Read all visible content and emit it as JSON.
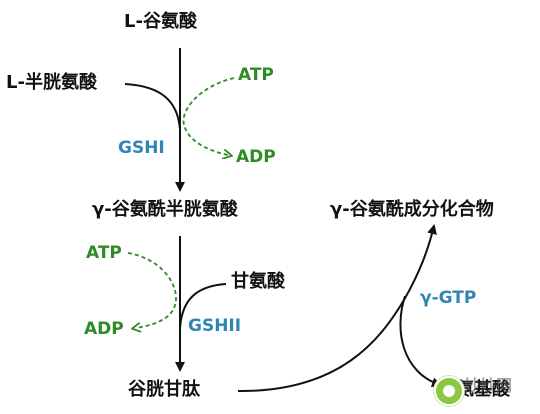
{
  "nodes": {
    "l_glutamate": "L-谷氨酸",
    "l_cysteine": "L-半胱氨酸",
    "gamma_glutamylcysteine": "γ-谷氨酰半胱氨酸",
    "glycine": "甘氨酸",
    "glutathione": "谷胱甘肽",
    "gamma_glutamyl_compound": "γ-谷氨酰成分化合物",
    "amino_acid": "氨基酸"
  },
  "cofactors": {
    "atp_1": "ATP",
    "adp_1": "ADP",
    "atp_2": "ATP",
    "adp_2": "ADP"
  },
  "enzymes": {
    "gshi": "GSHI",
    "gshii": "GSHII",
    "gamma_gtp": "γ-GTP"
  },
  "watermark": {
    "text": "妙妙网"
  },
  "colors": {
    "node_text": "#111111",
    "cofactor_green": "#2e8b25",
    "enzyme_blue": "#2f86b5",
    "arrow": "#111111"
  }
}
